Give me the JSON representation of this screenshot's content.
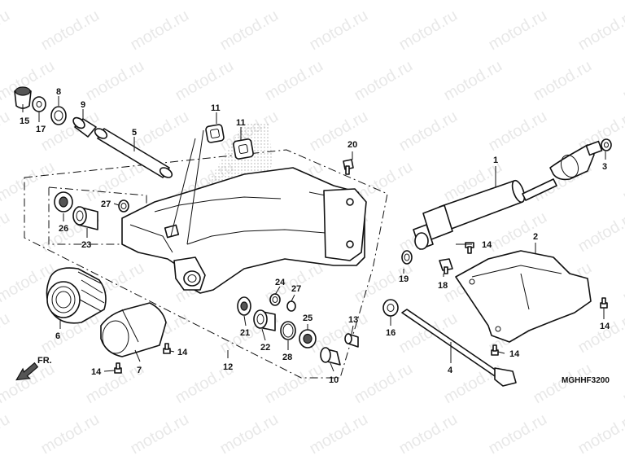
{
  "watermark": {
    "text": "motod.ru"
  },
  "diagram_code": "MGHHF3200",
  "direction_label": "FR.",
  "callouts": {
    "c1": "1",
    "c2": "2",
    "c3": "3",
    "c4": "4",
    "c5": "5",
    "c6": "6",
    "c7": "7",
    "c8": "8",
    "c9": "9",
    "c10": "10",
    "c11a": "11",
    "c11b": "11",
    "c12": "12",
    "c13": "13",
    "c14a": "14",
    "c14b": "14",
    "c14c": "14",
    "c14d": "14",
    "c14e": "14",
    "c15": "15",
    "c16": "16",
    "c17": "17",
    "c18": "18",
    "c19": "19",
    "c20": "20",
    "c21": "21",
    "c22": "22",
    "c23": "23",
    "c24": "24",
    "c25": "25",
    "c26": "26",
    "c27a": "27",
    "c27b": "27",
    "c28": "28"
  }
}
